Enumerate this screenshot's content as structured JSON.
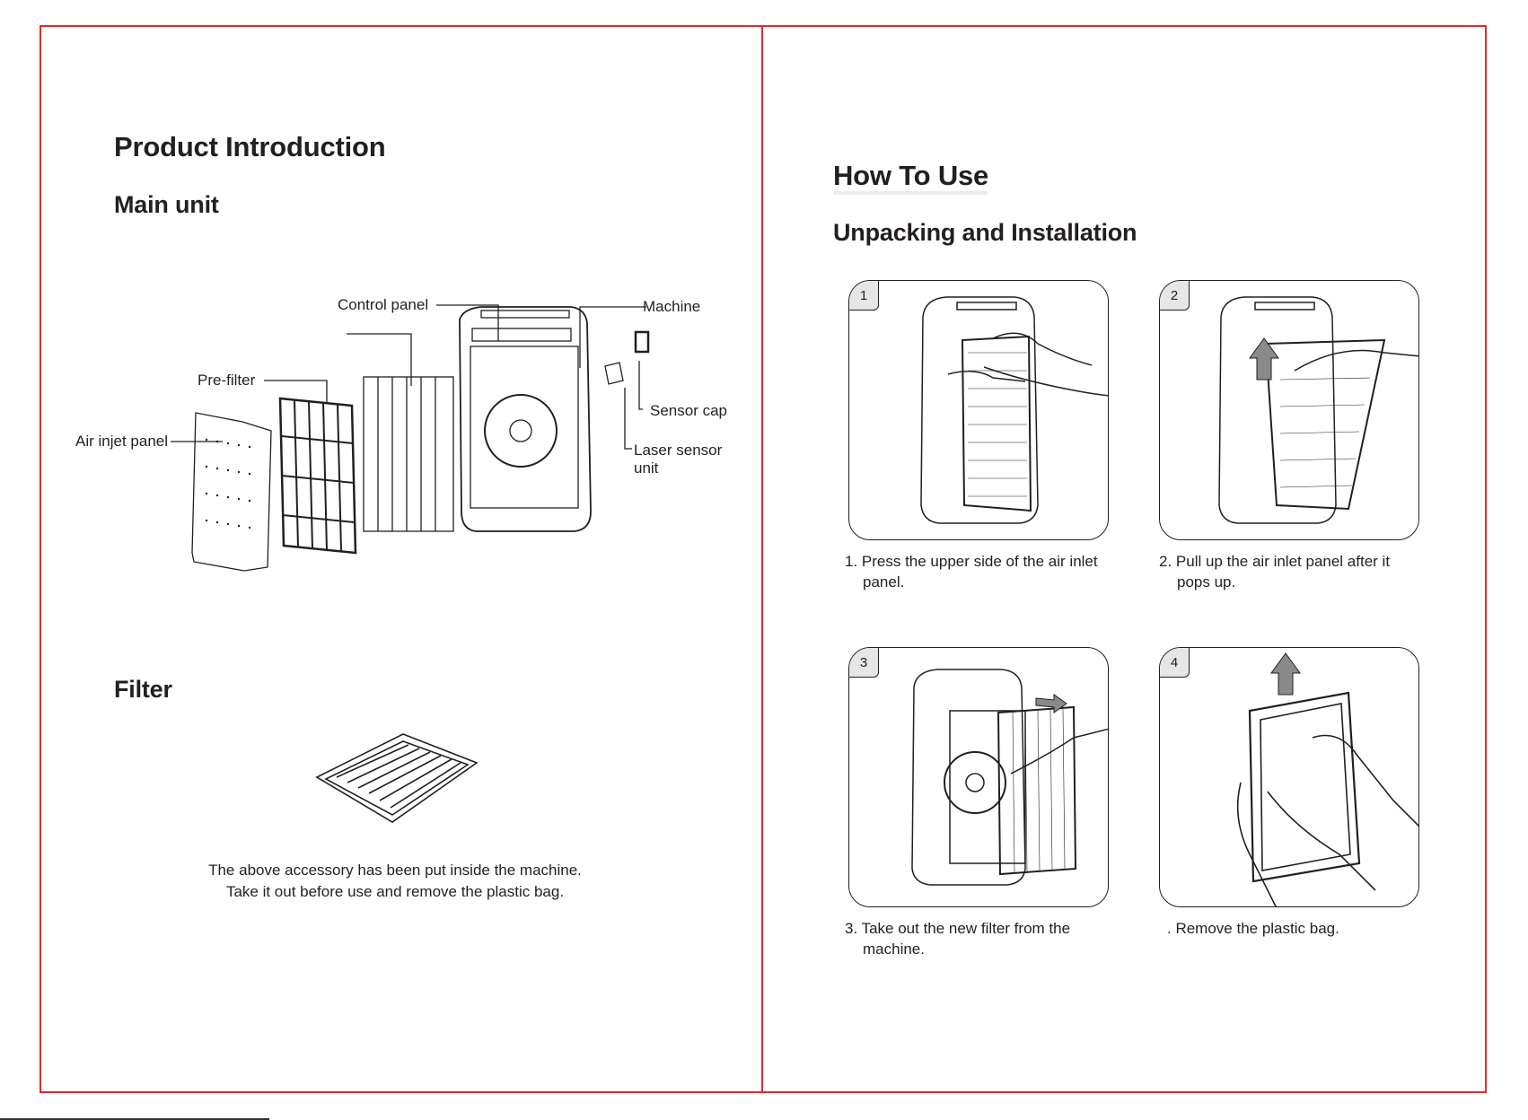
{
  "left": {
    "title": "Product Introduction",
    "main_unit_heading": "Main unit",
    "labels": {
      "control_panel": "Control panel",
      "machine": "Machine",
      "pre_filter": "Pre-filter",
      "sensor_cap": "Sensor cap",
      "air_inlet_panel": "Air injet panel",
      "laser_sensor_line1": "Laser sensor",
      "laser_sensor_line2": "unit"
    },
    "filter_heading": "Filter",
    "filter_caption_line1": "The above accessory has been put inside the machine.",
    "filter_caption_line2": "Take it out before use and remove the plastic bag."
  },
  "right": {
    "title": "How To Use",
    "subtitle": "Unpacking and Installation",
    "steps": [
      {
        "badge": "1",
        "caption_line1": "1.  Press the upper side of the air inlet",
        "caption_line2": "panel."
      },
      {
        "badge": "2",
        "caption_line1": "2. Pull up the air inlet panel after it",
        "caption_line2": "pops up."
      },
      {
        "badge": "3",
        "caption_line1": "3. Take out the new filter from the",
        "caption_line2": "machine."
      },
      {
        "badge": "4",
        "caption_line1": ". Remove the plastic bag.",
        "caption_line2": ""
      }
    ]
  },
  "colors": {
    "frame": "#e52a2a",
    "ink": "#231f20",
    "badge_fill": "#e6e6e6"
  }
}
